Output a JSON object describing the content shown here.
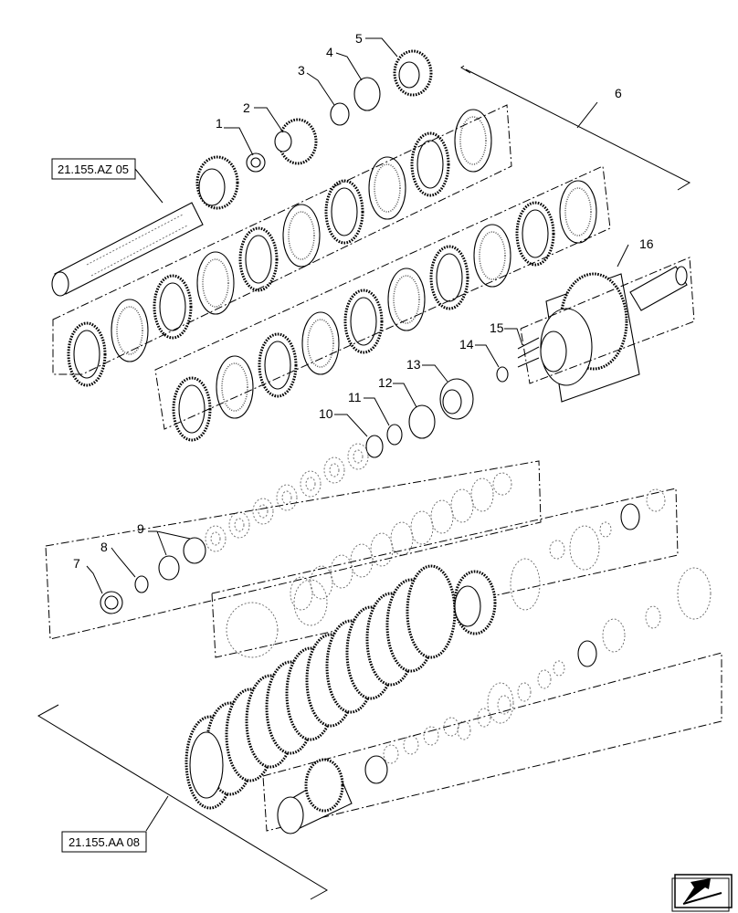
{
  "callouts": [
    {
      "label": "1"
    },
    {
      "label": "2"
    },
    {
      "label": "3"
    },
    {
      "label": "4"
    },
    {
      "label": "5"
    },
    {
      "label": "6"
    },
    {
      "label": "7"
    },
    {
      "label": "8"
    },
    {
      "label": "9"
    },
    {
      "label": "10"
    },
    {
      "label": "11"
    },
    {
      "label": "12"
    },
    {
      "label": "13"
    },
    {
      "label": "14"
    },
    {
      "label": "15"
    },
    {
      "label": "16"
    }
  ],
  "references": {
    "top": "21.155.AZ 05",
    "bottom": "21.155.AA 08"
  },
  "icons": {
    "corner": "next-page-arrow-icon"
  }
}
